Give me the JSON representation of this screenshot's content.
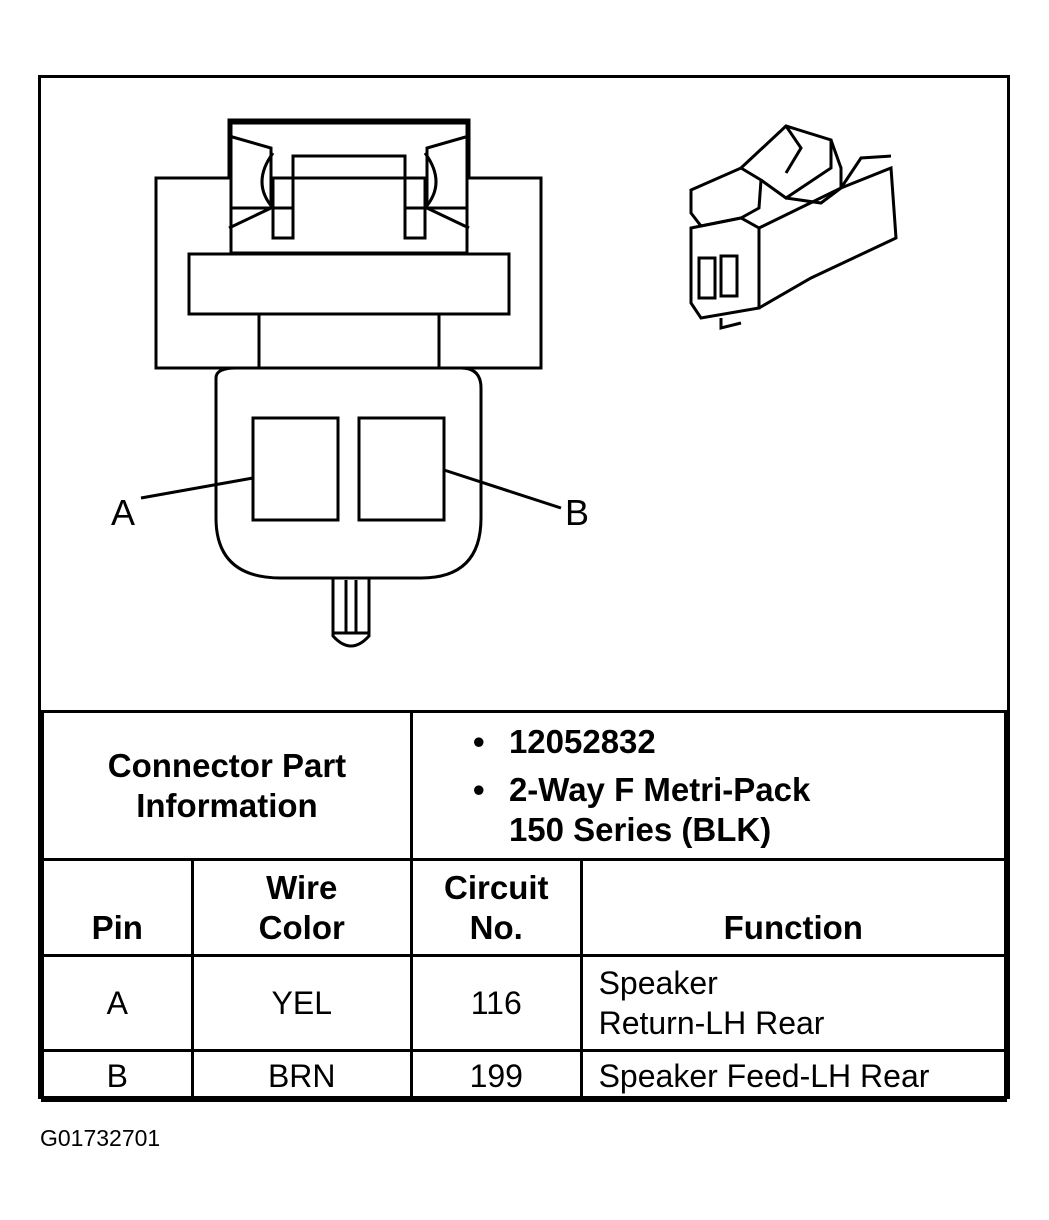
{
  "diagram": {
    "pin_labels": {
      "a": "A",
      "b": "B"
    }
  },
  "connector_info": {
    "label_line1": "Connector Part",
    "label_line2": "Information",
    "part_number": "12052832",
    "description_line1": "2-Way F Metri-Pack",
    "description_line2": "150 Series (BLK)"
  },
  "table": {
    "headers": {
      "pin": "Pin",
      "wire_color_line1": "Wire",
      "wire_color_line2": "Color",
      "circuit_line1": "Circuit",
      "circuit_line2": "No.",
      "function": "Function"
    },
    "rows": [
      {
        "pin": "A",
        "wire_color": "YEL",
        "circuit": "116",
        "function_line1": "Speaker",
        "function_line2": "Return-LH Rear"
      },
      {
        "pin": "B",
        "wire_color": "BRN",
        "circuit": "199",
        "function_line1": "Speaker Feed-LH Rear",
        "function_line2": ""
      }
    ]
  },
  "figure_id": "G01732701"
}
